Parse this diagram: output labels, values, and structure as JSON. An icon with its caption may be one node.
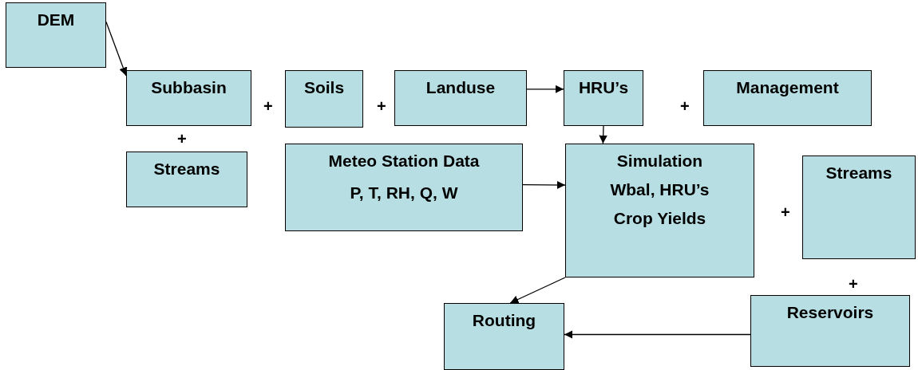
{
  "diagram": {
    "nodes": [
      {
        "text": [
          "DEM"
        ]
      },
      {
        "text": [
          "Subbasin"
        ]
      },
      {
        "text": [
          "Soils"
        ]
      },
      {
        "text": [
          "Landuse"
        ]
      },
      {
        "text": [
          "HRU’s"
        ]
      },
      {
        "text": [
          "Management"
        ]
      },
      {
        "text": [
          "Streams"
        ]
      },
      {
        "text": [
          "Meteo Station Data",
          "P, T, RH, Q, W"
        ]
      },
      {
        "text": [
          "Simulation",
          "Wbal, HRU’s",
          "Crop Yields"
        ]
      },
      {
        "text": [
          "Streams"
        ]
      },
      {
        "text": [
          "Routing"
        ]
      },
      {
        "text": [
          "Reservoirs"
        ]
      }
    ],
    "edges": [
      {
        "from": 0,
        "to": 1,
        "arrow": "to"
      },
      {
        "from": 3,
        "to": 4,
        "arrow": "to"
      },
      {
        "from": 4,
        "to": 8,
        "arrow": "to"
      },
      {
        "from": 7,
        "to": 8,
        "arrow": "to"
      },
      {
        "from": 8,
        "to": 10,
        "arrow": "to"
      },
      {
        "from": 11,
        "to": 10,
        "arrow": "to"
      }
    ],
    "labels": [
      "+",
      "+",
      "+",
      "+",
      "+",
      "+"
    ]
  }
}
